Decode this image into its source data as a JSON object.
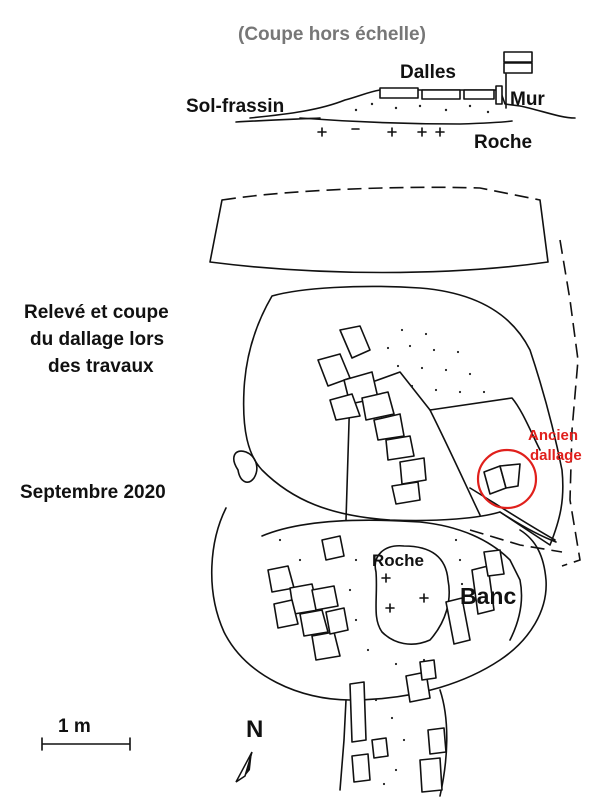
{
  "section_title": "(Coupe hors échelle)",
  "section_labels": {
    "dalles": "Dalles",
    "mur": "Mur",
    "sol_frassin": "Sol-frassin",
    "roche": "Roche"
  },
  "caption": {
    "line1": "Relevé et coupe",
    "line2": "du dallage lors",
    "line3": "des travaux",
    "date": "Septembre 2020"
  },
  "plan_labels": {
    "ancien_line1": "Ancien",
    "ancien_line2": "dallage",
    "roche": "Roche",
    "banc": "Banc"
  },
  "scale_label": "1 m",
  "north_label": "N",
  "colors": {
    "ink": "#111111",
    "highlight": "#e0201c",
    "title_grey": "#777777"
  }
}
